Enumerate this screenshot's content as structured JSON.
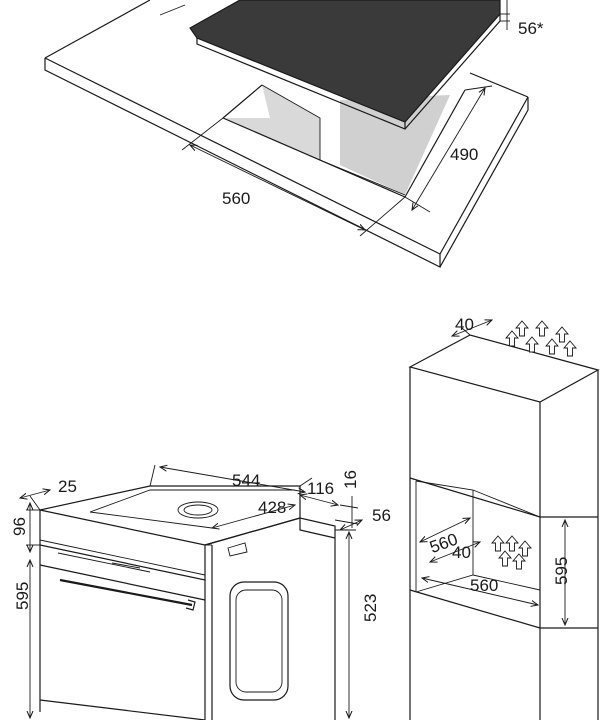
{
  "hob_dims": {
    "depth_overhang": "56*",
    "depth": "490",
    "width": "560"
  },
  "oven_dims": {
    "panel_thickness": "25",
    "top_width": "544",
    "side_depth": "116",
    "back_gap": "16",
    "panel_height": "96",
    "depth": "428",
    "rear_offset": "56",
    "height": "595",
    "body_height": "523"
  },
  "cabinet_dims": {
    "top_vent": "40",
    "niche_depth": "560",
    "rear_vent": "40",
    "niche_width": "560",
    "niche_height": "595"
  },
  "colors": {
    "line": "#1a1a1a",
    "hob_glass": "#3a3a3a",
    "cutout_shade": "#d9d9d9"
  }
}
